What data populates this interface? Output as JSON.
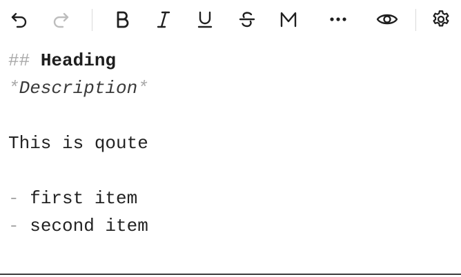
{
  "toolbar": {
    "icons": [
      "undo-icon",
      "redo-icon",
      "bold-icon",
      "italic-icon",
      "underline-icon",
      "strikethrough-icon",
      "markdown-icon",
      "more-icon",
      "preview-icon",
      "settings-icon"
    ],
    "colors": {
      "icon": "#1f1f1f",
      "disabled_icon": "#bdbdbd",
      "separator": "#d9d9d9"
    }
  },
  "editor": {
    "heading_marker": "## ",
    "heading_text": "Heading",
    "description_open_marker": "*",
    "description_text": "Description",
    "description_close_marker": "*",
    "quote_text": "This is qoute",
    "list": [
      {
        "marker": "- ",
        "text": "first item"
      },
      {
        "marker": "- ",
        "text": "second item"
      }
    ],
    "colors": {
      "text": "#222222",
      "marker": "#a9a9a9"
    }
  }
}
